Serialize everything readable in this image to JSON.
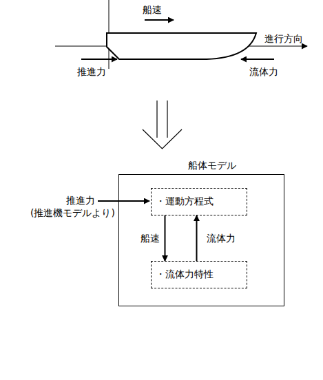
{
  "diagram": {
    "nodes": [
      {
        "text": [
          "船体モデル"
        ]
      },
      {
        "text": [
          "・運動方程式"
        ],
        "in": 0
      },
      {
        "text": [
          "・流体力特性"
        ],
        "in": 0
      }
    ],
    "edges": [
      {
        "from": 1,
        "to": 2,
        "label": "船速",
        "arrow": "to"
      },
      {
        "from": 2,
        "to": 1,
        "label": "流体力",
        "arrow": "to"
      }
    ],
    "labels": [
      "船速",
      "進行方向",
      "推進力",
      "流体力",
      "推進力",
      "(推進機モデルより)"
    ]
  }
}
